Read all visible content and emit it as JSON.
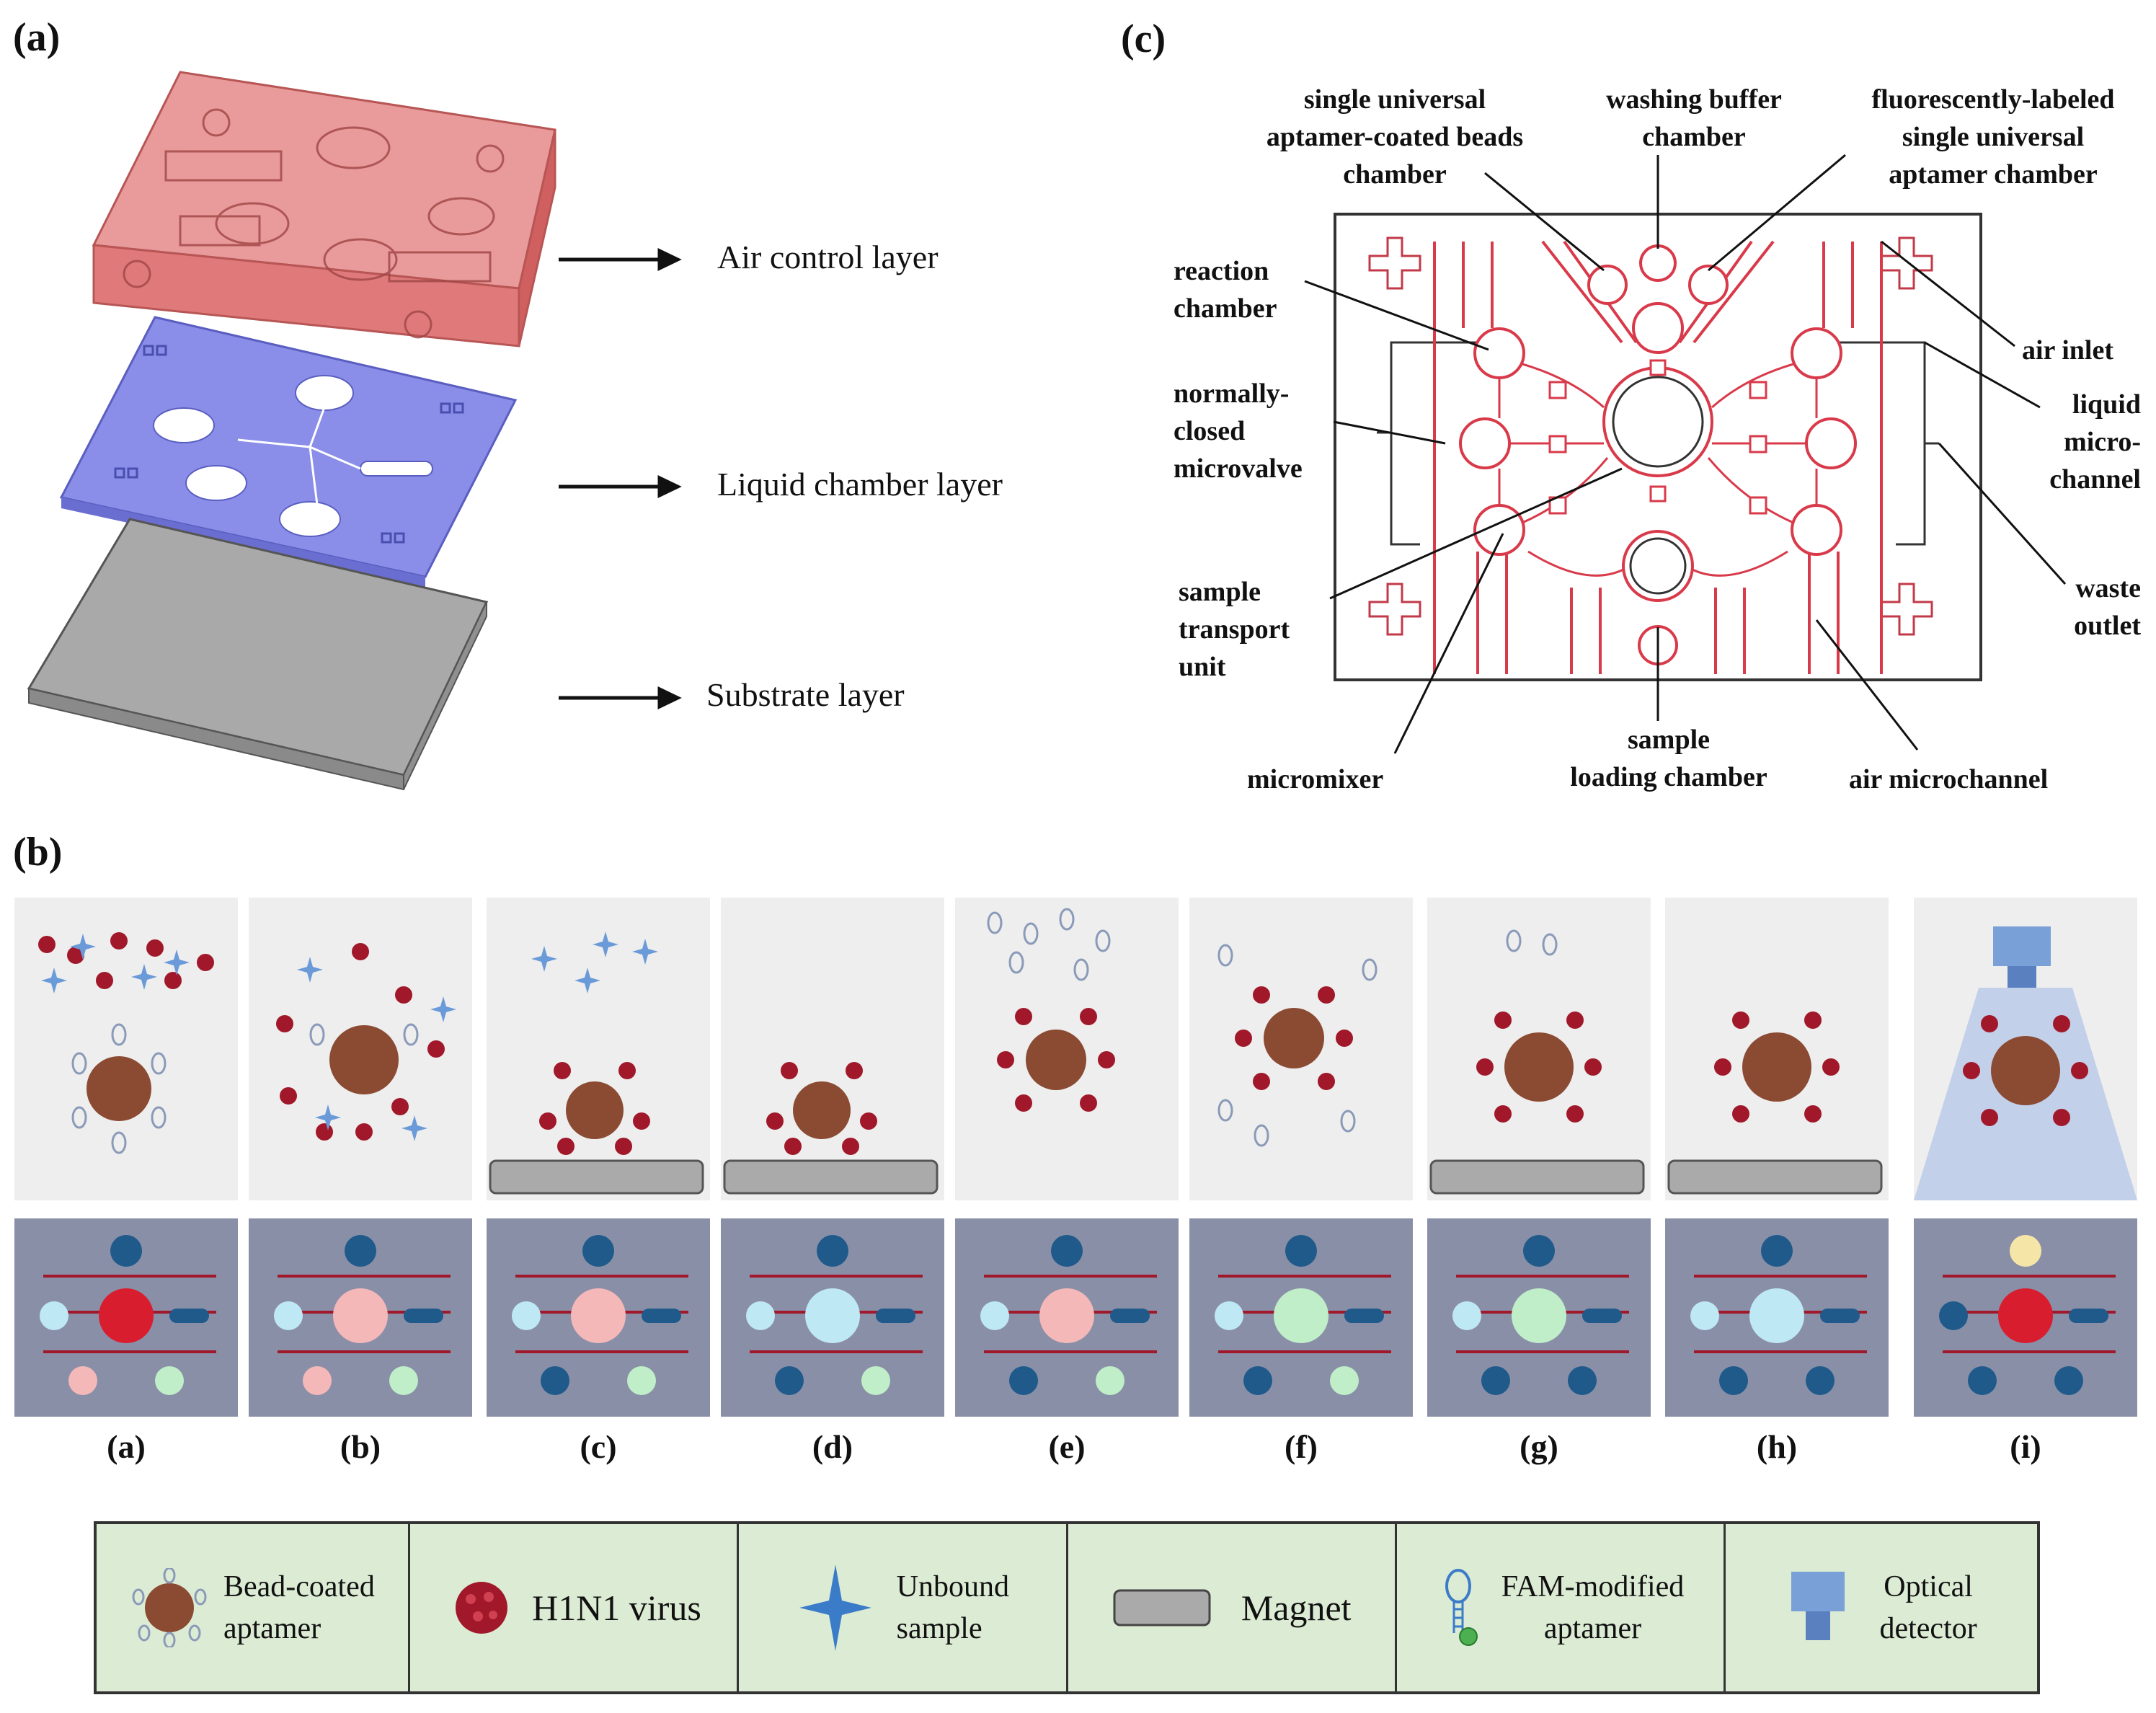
{
  "panel_a": {
    "label": "(a)",
    "layers": [
      "Air control layer",
      "Liquid chamber layer",
      "Substrate layer"
    ]
  },
  "panel_b": {
    "label": "(b)",
    "steps": [
      "(a)",
      "(b)",
      "(c)",
      "(d)",
      "(e)",
      "(f)",
      "(g)",
      "(h)",
      "(i)"
    ]
  },
  "panel_c": {
    "label": "(c)",
    "labels": {
      "beads_chamber": [
        "single universal",
        "aptamer-coated beads",
        "chamber"
      ],
      "washing": [
        "washing buffer",
        "chamber"
      ],
      "fluor": [
        "fluorescently-labeled",
        "single universal",
        "aptamer chamber"
      ],
      "reaction": [
        "reaction",
        "chamber"
      ],
      "valve": [
        "normally-",
        "closed",
        "microvalve"
      ],
      "transport": [
        "sample",
        "transport",
        "unit"
      ],
      "micromixer": [
        "micromixer"
      ],
      "loading": [
        "sample",
        "loading chamber"
      ],
      "air_micro": [
        "air microchannel"
      ],
      "air_inlet": [
        "air inlet"
      ],
      "liquid_micro": [
        "liquid",
        "micro-",
        "channel"
      ],
      "waste": [
        "waste",
        "outlet"
      ]
    }
  },
  "legend": {
    "bead": [
      "Bead-coated",
      "aptamer"
    ],
    "virus": "H1N1 virus",
    "unbound": [
      "Unbound",
      "sample"
    ],
    "magnet": "Magnet",
    "fam": [
      "FAM-modified",
      "aptamer"
    ],
    "detector": [
      "Optical",
      "detector"
    ]
  },
  "colors": {
    "air_layer": "#e07a7a",
    "liquid_layer": "#8a8ee8",
    "substrate": "#a9a9a9",
    "bead": "#8b4a32",
    "virus": "#a0182a",
    "unbound": "#3b7cc9",
    "chip_bg": "#8a8fa8",
    "legend_bg": "#dcebd4",
    "red_channel": "#d93a4a"
  }
}
